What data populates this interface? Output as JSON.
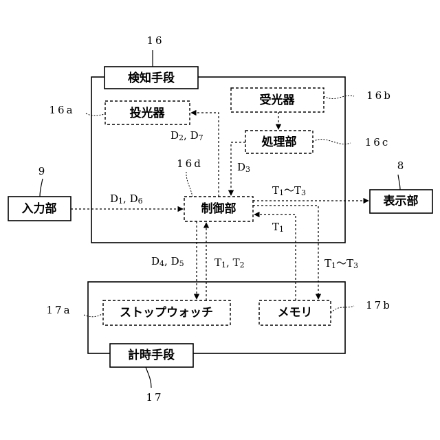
{
  "blocks": {
    "detection_title": "検知手段",
    "light_emitter": "投光器",
    "light_receiver": "受光器",
    "processor": "処理部",
    "controller": "制御部",
    "input_unit": "入力部",
    "display_unit": "表示部",
    "stopwatch": "ストップウォッチ",
    "memory": "メモリ",
    "timing_title": "計時手段"
  },
  "refs": {
    "detection": "16",
    "light_emitter": "16a",
    "light_receiver": "16b",
    "processor": "16c",
    "controller": "16d",
    "input_unit": "9",
    "display_unit": "8",
    "stopwatch": "17a",
    "memory": "17b",
    "timing": "17"
  },
  "signals": {
    "d2_d7": {
      "a": "D",
      "a_sub": "2",
      "sep": ", ",
      "b": "D",
      "b_sub": "7"
    },
    "d3": {
      "a": "D",
      "a_sub": "3"
    },
    "d1_d6": {
      "a": "D",
      "a_sub": "1",
      "sep": ", ",
      "b": "D",
      "b_sub": "6"
    },
    "t1_t3_display": {
      "a": "T",
      "a_sub": "1",
      "sep": "〜",
      "b": "T",
      "b_sub": "3"
    },
    "t1": {
      "a": "T",
      "a_sub": "1"
    },
    "d4_d5": {
      "a": "D",
      "a_sub": "4",
      "sep": ", ",
      "b": "D",
      "b_sub": "5"
    },
    "t1_t2": {
      "a": "T",
      "a_sub": "1",
      "sep": ", ",
      "b": "T",
      "b_sub": "2"
    },
    "t1_t3_memory": {
      "a": "T",
      "a_sub": "1",
      "sep": "〜",
      "b": "T",
      "b_sub": "3"
    }
  }
}
